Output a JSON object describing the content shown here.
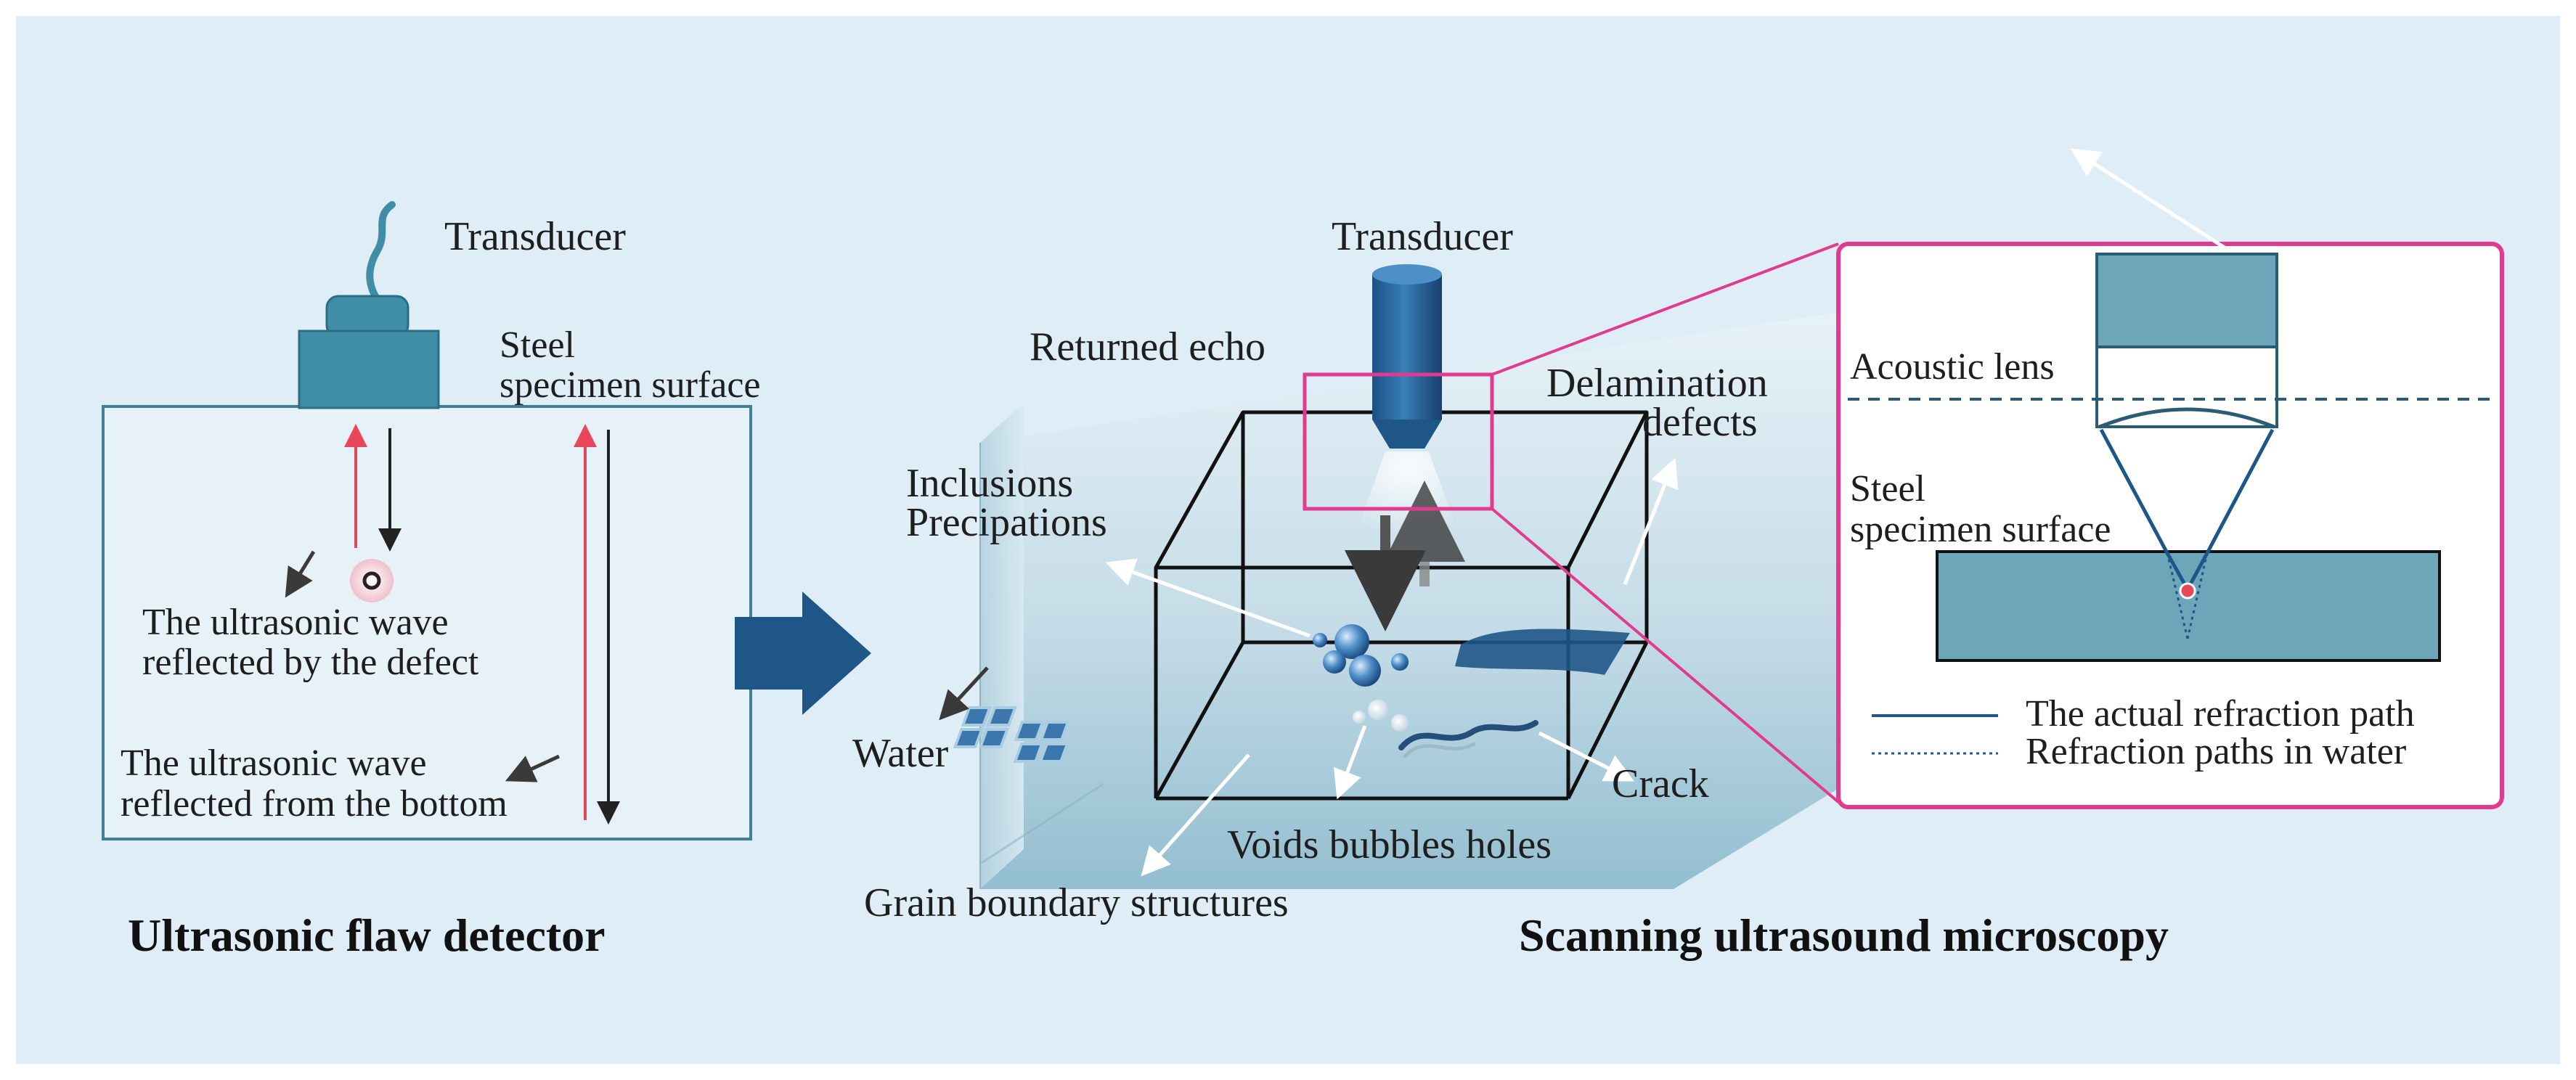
{
  "left_panel": {
    "transducer_label": "Transducer",
    "steel_label_line1": "Steel",
    "steel_label_line2": "specimen surface",
    "defect_wave_line1": "The ultrasonic wave",
    "defect_wave_line2": "reflected by the defect",
    "bottom_wave_line1": "The ultrasonic wave",
    "bottom_wave_line2": "reflected from the bottom",
    "caption": "Ultrasonic flaw detector"
  },
  "middle_panel": {
    "transducer_label": "Transducer",
    "returned_echo_label": "Returned echo",
    "delamination_line1": "Delamination",
    "delamination_line2": "defects",
    "inclusions_line1": "Inclusions",
    "inclusions_line2": "Precipations",
    "water_label": "Water",
    "crack_label": "Crack",
    "voids_label": "Voids bubbles holes",
    "grain_label": "Grain boundary structures",
    "caption": "Scanning ultrasound microscopy"
  },
  "right_panel": {
    "acoustic_lens_label": "Acoustic lens",
    "steel_label_line1": "Steel",
    "steel_label_line2": "specimen surface",
    "legend": [
      {
        "label": "The actual refraction path",
        "style": "solid"
      },
      {
        "label": "Refraction paths in water",
        "style": "dotted"
      }
    ]
  },
  "colors": {
    "background": "#deedf6",
    "panel_fill": "#e6f1f8",
    "transducer": "#3f8ea6",
    "steel": "#6ea6b9",
    "box_accent": "#e23a8f",
    "arrow_red": "#e8475a",
    "arrow_dark": "#2e2e2e",
    "big_arrow": "#1f5688"
  }
}
